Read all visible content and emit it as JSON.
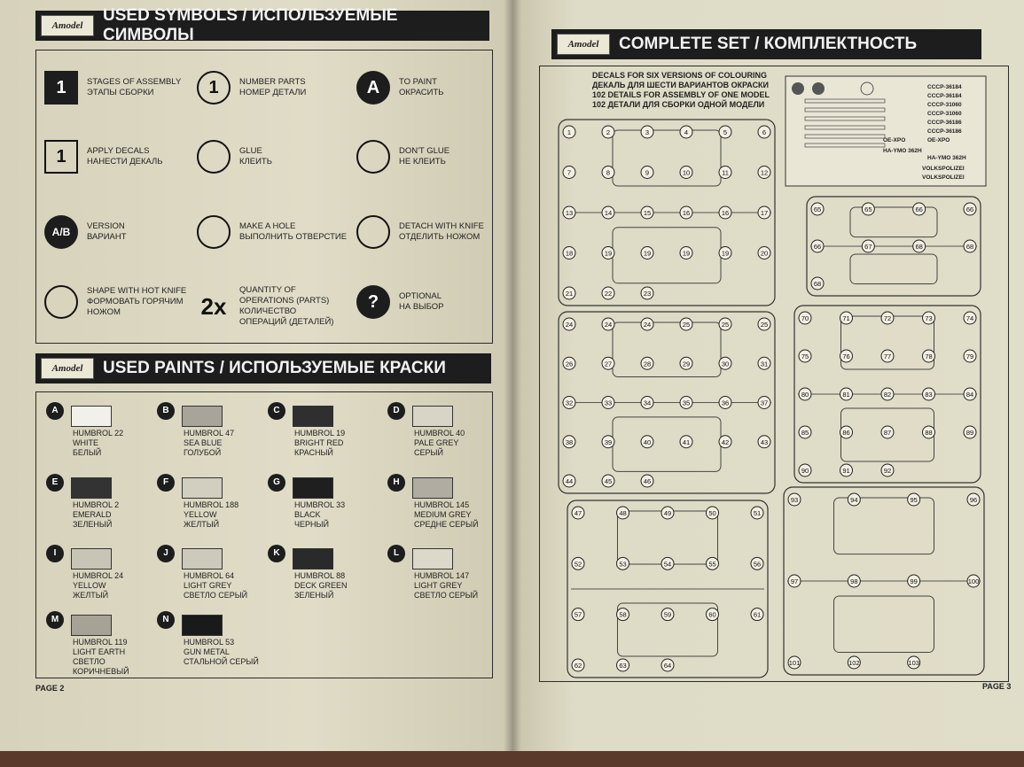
{
  "left": {
    "symbols_title": "USED SYMBOLS / ИСПОЛЬЗУЕМЫЕ СИМВОЛЫ",
    "paints_title": "USED PAINTS / ИСПОЛЬЗУЕМЫЕ КРАСКИ",
    "logo": "Amodel",
    "page": "PAGE 2",
    "symbols": [
      {
        "icon": "stage-number-icon",
        "glyph": "1",
        "text": "STAGES OF ASSEMBLY\nЭТАПЫ СБОРКИ"
      },
      {
        "icon": "part-number-icon",
        "glyph": "1",
        "text": "NUMBER PARTS\nНОМЕР ДЕТАЛИ"
      },
      {
        "icon": "paint-brush-icon",
        "glyph": "A",
        "text": "TO PAINT\nОКРАСИТЬ"
      },
      {
        "icon": "decal-icon",
        "glyph": "1",
        "text": "APPLY DECALS\nНАНЕСТИ ДЕКАЛЬ"
      },
      {
        "icon": "glue-icon",
        "glyph": "",
        "text": "GLUE\nКЛЕИТЬ"
      },
      {
        "icon": "no-glue-icon",
        "glyph": "",
        "text": "DON'T GLUE\nНЕ КЛЕИТЬ"
      },
      {
        "icon": "version-icon",
        "glyph": "A/B",
        "text": "VERSION\nВАРИАНТ"
      },
      {
        "icon": "drill-icon",
        "glyph": "",
        "text": "MAKE A HOLE\nВЫПОЛНИТЬ ОТВЕРСТИЕ"
      },
      {
        "icon": "knife-icon",
        "glyph": "",
        "text": "DETACH WITH KNIFE\nОТДЕЛИТЬ НОЖОМ"
      },
      {
        "icon": "hot-knife-icon",
        "glyph": "",
        "text": "SHAPE WITH HOT KNIFE\nФОРМОВАТЬ ГОРЯЧИМ\nНОЖОМ"
      },
      {
        "icon": "quantity-icon",
        "glyph": "2x",
        "text": "QUANTITY OF\nOPERATIONS (PARTS)\nКОЛИЧЕСТВО\nОПЕРАЦИЙ (ДЕТАЛЕЙ)"
      },
      {
        "icon": "optional-icon",
        "glyph": "?",
        "text": "OPTIONAL\nНА ВЫБОР"
      }
    ],
    "paints": [
      {
        "letter": "A",
        "color": "#f2f0ea",
        "text": "HUMBROL 22\nWHITE\nБЕЛЫЙ"
      },
      {
        "letter": "B",
        "color": "#a8a49a",
        "text": "HUMBROL 47\nSEA BLUE\nГОЛУБОЙ"
      },
      {
        "letter": "C",
        "color": "#2f2f2f",
        "text": "HUMBROL 19\nBRIGHT RED\nКРАСНЫЙ"
      },
      {
        "letter": "D",
        "color": "#d8d4c6",
        "text": "HUMBROL 40\nPALE GREY\nСЕРЫЙ"
      },
      {
        "letter": "E",
        "color": "#333333",
        "text": "HUMBROL 2\nEMERALD\nЗЕЛЕНЫЙ"
      },
      {
        "letter": "F",
        "color": "#d2cec0",
        "text": "HUMBROL 188\nYELLOW\nЖЕЛТЫЙ"
      },
      {
        "letter": "G",
        "color": "#1f1f1f",
        "text": "HUMBROL 33\nBLACK\nЧЕРНЫЙ"
      },
      {
        "letter": "H",
        "color": "#b0aca2",
        "text": "HUMBROL 145\nMEDIUM GREY\nСРЕДНЕ СЕРЫЙ"
      },
      {
        "letter": "I",
        "color": "#c8c4b6",
        "text": "HUMBROL 24\nYELLOW\nЖЕЛТЫЙ"
      },
      {
        "letter": "J",
        "color": "#cdc9bb",
        "text": "HUMBROL 64\nLIGHT GREY\nСВЕТЛО СЕРЫЙ"
      },
      {
        "letter": "K",
        "color": "#2a2a2a",
        "text": "HUMBROL 88\nDECK GREEN\nЗЕЛЕНЫЙ"
      },
      {
        "letter": "L",
        "color": "#dcd8ca",
        "text": "HUMBROL 147\nLIGHT GREY\nСВЕТЛО СЕРЫЙ"
      },
      {
        "letter": "M",
        "color": "#a6a296",
        "text": "HUMBROL 119\nLIGHT EARTH\nСВЕТЛО КОРИЧНЕВЫЙ"
      },
      {
        "letter": "N",
        "color": "#1a1a1a",
        "text": "HUMBROL 53\nGUN METAL\nСТАЛЬНОЙ СЕРЫЙ"
      }
    ]
  },
  "right": {
    "title": "COMPLETE SET / КОМПЛЕКТНОСТЬ",
    "logo": "Amodel",
    "page": "PAGE 3",
    "intro": [
      "DECALS FOR SIX VERSIONS OF COLOURING",
      "ДЕКАЛЬ ДЛЯ ШЕСТИ ВАРИАНТОВ ОКРАСКИ",
      "102 DETAILS FOR ASSEMBLY OF ONE MODEL",
      "102 ДЕТАЛИ ДЛЯ СБОРКИ ОДНОЙ МОДЕЛИ"
    ],
    "decal_texts": [
      "CCCP-36184",
      "CCCP-36184",
      "CCCP-31060",
      "CCCP-31060",
      "CCCP-36186",
      "CCCP-36186",
      "OE-XPO",
      "OE-XPO",
      "HA-YMO 362H",
      "HA-YMO 362H",
      "VOLKSPOLIZEI",
      "VOLKSPOLIZEI"
    ],
    "sprues": [
      {
        "name": "sprue-a",
        "parts": [
          "1",
          "2",
          "3",
          "4",
          "5",
          "6",
          "7",
          "8",
          "9",
          "10",
          "11",
          "12",
          "13",
          "14",
          "15",
          "16",
          "16",
          "17",
          "18",
          "19",
          "19",
          "19",
          "19",
          "20",
          "21",
          "22",
          "23"
        ]
      },
      {
        "name": "sprue-b",
        "parts": [
          "65",
          "65",
          "66",
          "66",
          "66",
          "67",
          "68",
          "68",
          "68"
        ]
      },
      {
        "name": "sprue-c",
        "parts": [
          "24",
          "24",
          "24",
          "25",
          "25",
          "25",
          "26",
          "27",
          "28",
          "29",
          "30",
          "31",
          "32",
          "33",
          "34",
          "35",
          "36",
          "37",
          "38",
          "39",
          "40",
          "41",
          "42",
          "43",
          "44",
          "45",
          "46"
        ]
      },
      {
        "name": "sprue-d",
        "parts": [
          "70",
          "71",
          "72",
          "73",
          "74",
          "75",
          "76",
          "77",
          "78",
          "79",
          "80",
          "81",
          "82",
          "83",
          "84",
          "85",
          "86",
          "87",
          "88",
          "89",
          "90",
          "91",
          "92"
        ]
      },
      {
        "name": "sprue-e",
        "parts": [
          "47",
          "48",
          "49",
          "50",
          "51",
          "52",
          "53",
          "54",
          "55",
          "56",
          "57",
          "58",
          "59",
          "60",
          "61",
          "62",
          "63",
          "64"
        ]
      },
      {
        "name": "sprue-f",
        "parts": [
          "93",
          "94",
          "95",
          "96",
          "97",
          "98",
          "99",
          "100",
          "101",
          "102",
          "103"
        ]
      }
    ]
  }
}
